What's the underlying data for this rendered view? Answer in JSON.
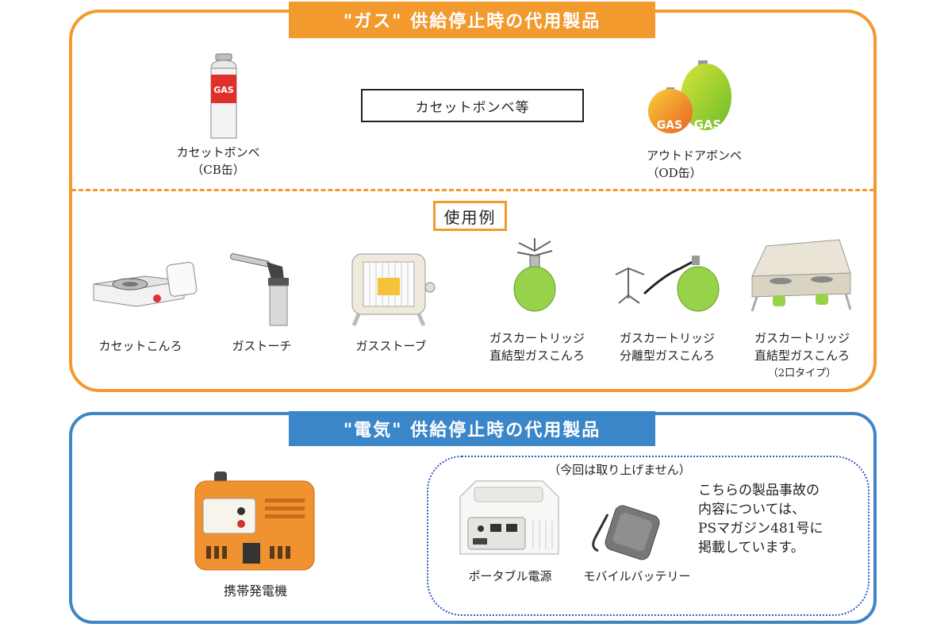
{
  "gas_section": {
    "banner": "\"ガス\" 供給停止時の代用製品",
    "center_label": "カセットボンベ等",
    "can_label": "GAS",
    "cb_can": {
      "label": "カセットボンベ",
      "sub": "（CB缶）"
    },
    "od_can": {
      "label": "アウトドアボンベ",
      "sub": "（OD缶）",
      "label_left": "GAS",
      "label_right": "GAS"
    },
    "example_heading": "使用例",
    "examples": [
      {
        "line1": "カセットこんろ"
      },
      {
        "line1": "ガストーチ"
      },
      {
        "line1": "ガスストーブ"
      },
      {
        "line1": "ガスカートリッジ",
        "line2": "直結型ガスこんろ"
      },
      {
        "line1": "ガスカートリッジ",
        "line2": "分離型ガスこんろ"
      },
      {
        "line1": "ガスカートリッジ",
        "line2": "直結型ガスこんろ",
        "line3": "（2口タイプ）"
      }
    ]
  },
  "electric_section": {
    "banner": "\"電気\" 供給停止時の代用製品",
    "generator_label": "携帯発電機",
    "not_covered_note": "（今回は取り上げません）",
    "portable_power_label": "ポータブル電源",
    "mobile_battery_label": "モバイルバッテリー",
    "side_note": "こちらの製品事故の\n内容については、\nPSマガジン481号に\n掲載しています。"
  },
  "colors": {
    "gas_accent": "#f29a2e",
    "electric_accent": "#3a86c8",
    "dotted_border": "#3355cc"
  }
}
